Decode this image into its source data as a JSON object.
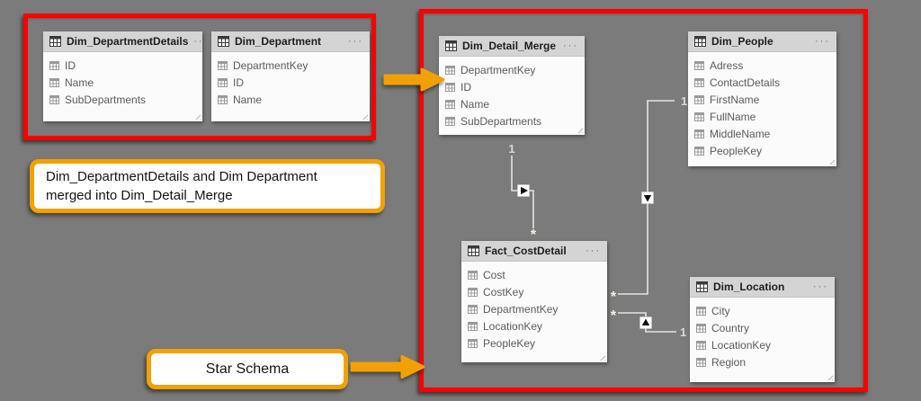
{
  "app": "power-bi-model-view-diagram",
  "colors": {
    "background": "#7b7b7b",
    "highlight_red": "#fd0000",
    "accent_orange": "#f2a104",
    "table_header_bg": "#d4d4d4",
    "table_body_bg": "#fbfbfb",
    "relationship_line": "#e3e3e3"
  },
  "ui": {
    "more_options": "···"
  },
  "tables": [
    {
      "title": "Dim_DepartmentDetails",
      "fields": [
        "ID",
        "Name",
        "SubDepartments"
      ]
    },
    {
      "title": "Dim_Department",
      "fields": [
        "DepartmentKey",
        "ID",
        "Name"
      ]
    },
    {
      "title": "Dim_Detail_Merge",
      "fields": [
        "DepartmentKey",
        "ID",
        "Name",
        "SubDepartments"
      ]
    },
    {
      "title": "Dim_People",
      "fields": [
        "Adress",
        "ContactDetails",
        "FirstName",
        "FullName",
        "MiddleName",
        "PeopleKey"
      ]
    },
    {
      "title": "Fact_CostDetail",
      "fields": [
        "Cost",
        "CostKey",
        "DepartmentKey",
        "LocationKey",
        "PeopleKey"
      ]
    },
    {
      "title": "Dim_Location",
      "fields": [
        "City",
        "Country",
        "LocationKey",
        "Region"
      ]
    }
  ],
  "relationships": [
    {
      "from": "Dim_Detail_Merge",
      "to": "Fact_CostDetail",
      "from_cardinality": "1",
      "to_cardinality": "*",
      "filter_arrow": "right"
    },
    {
      "from": "Dim_People",
      "to": "Fact_CostDetail",
      "from_cardinality": "1",
      "to_cardinality": "*",
      "filter_arrow": "down"
    },
    {
      "from": "Dim_Location",
      "to": "Fact_CostDetail",
      "from_cardinality": "1",
      "to_cardinality": "*",
      "filter_arrow": "up"
    }
  ],
  "annotations": {
    "merge_note_lines": [
      "Dim_DepartmentDetails and Dim Department",
      "merged into Dim_Detail_Merge"
    ],
    "star_schema": "Star Schema"
  }
}
